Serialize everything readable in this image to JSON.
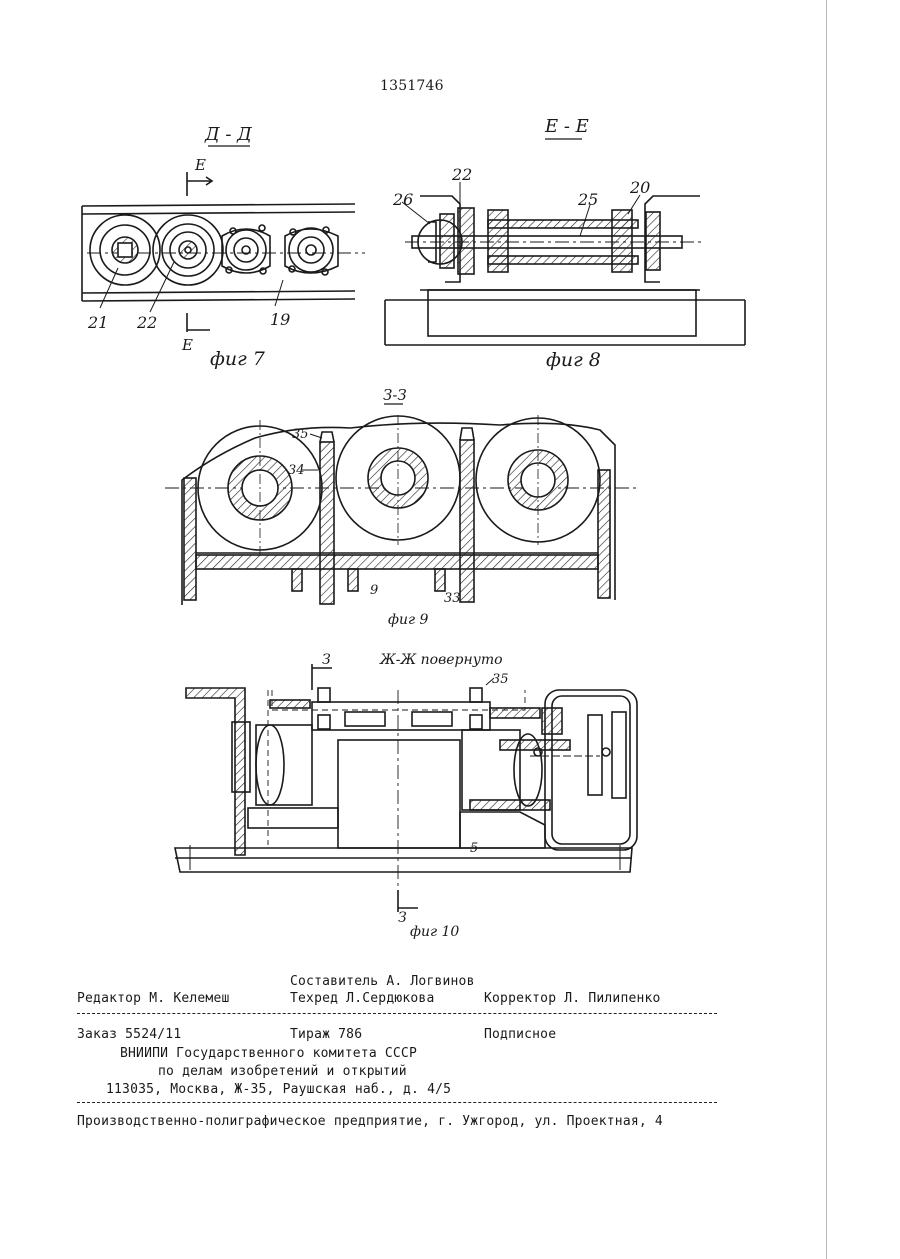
{
  "patent_number": "1351746",
  "figures": {
    "fig7": {
      "section": "Д - Д",
      "cut_label": "Е",
      "labels": [
        "21",
        "22",
        "19"
      ],
      "caption": "фиг 7"
    },
    "fig8": {
      "section": "Е - Е",
      "labels": [
        "22",
        "26",
        "25",
        "20"
      ],
      "caption": "фиг 8"
    },
    "fig9": {
      "section": "З-З",
      "labels": [
        "35",
        "34",
        "9",
        "33"
      ],
      "caption": "фиг 9"
    },
    "fig10": {
      "section": "Ж-Ж повернуто",
      "cut_label": "З",
      "labels": [
        "35",
        "5"
      ],
      "caption": "фиг 10"
    }
  },
  "imprint": {
    "compiler": "Составитель А. Логвинов",
    "editor": "Редактор М. Келемеш",
    "techred": "Техред Л.Сердюкова",
    "corrector": "Корректор Л. Пилипенко",
    "order": "Заказ 5524/11",
    "circulation": "Тираж 786",
    "subscription": "Подписное",
    "org_line1": "ВНИИПИ Государственного комитета СССР",
    "org_line2": "по делам изобретений и открытий",
    "address": "113035, Москва, Ж-35, Раушская наб., д. 4/5",
    "printer": "Производственно-полиграфическое предприятие, г. Ужгород, ул. Проектная, 4"
  }
}
